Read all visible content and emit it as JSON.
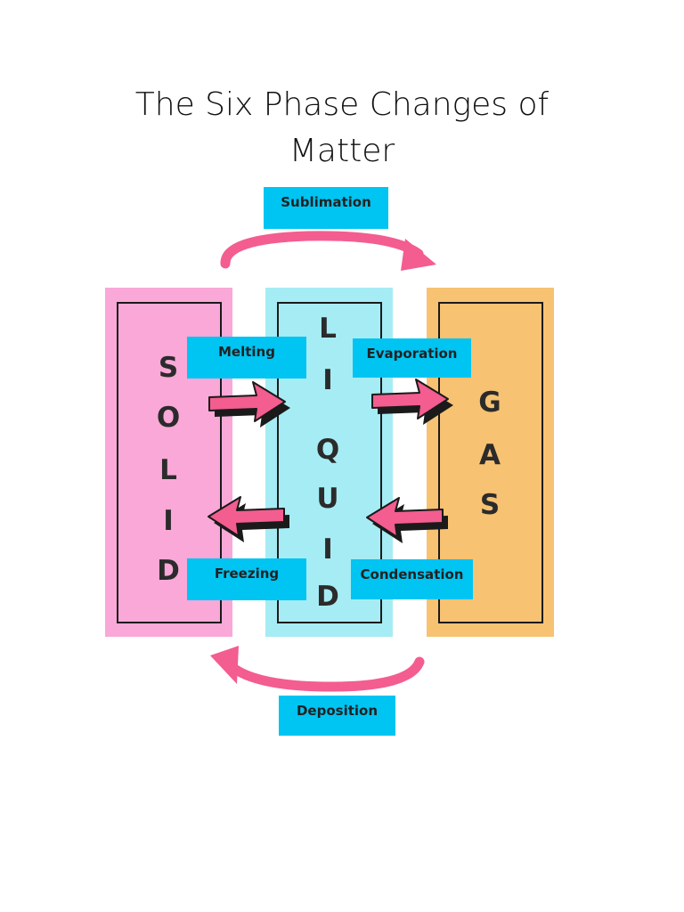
{
  "title": {
    "line1": "The Six Phase Changes of",
    "line2": "Matter"
  },
  "states": {
    "solid": {
      "letters": [
        "S",
        "O",
        "L",
        "I",
        "D"
      ]
    },
    "liquid": {
      "letters": [
        "L",
        "I",
        "Q",
        "U",
        "I",
        "D"
      ]
    },
    "gas": {
      "letters": [
        "G",
        "A",
        "S"
      ]
    }
  },
  "processes": {
    "sublimation": "Sublimation",
    "melting": "Melting",
    "evaporation": "Evaporation",
    "freezing": "Freezing",
    "condensation": "Condensation",
    "deposition": "Deposition"
  },
  "colors": {
    "solid": "#f9a8d8",
    "liquid": "#a6ecf4",
    "gas": "#f7c272",
    "label": "#00c4f2",
    "arrow": "#f35d8f",
    "outline": "#1a1a1a"
  },
  "icons": {
    "process_arrow": "right-arrow-icon / left-arrow-icon",
    "cycle_arrow": "curved-arrow-icon"
  }
}
